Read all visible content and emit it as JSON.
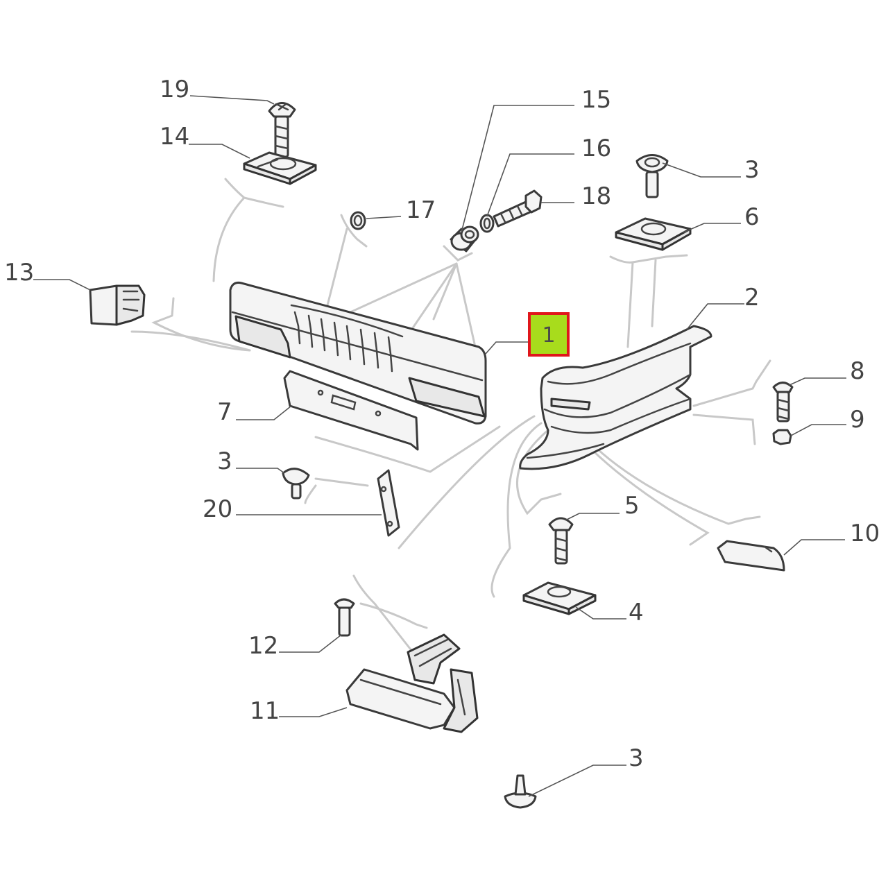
{
  "highlight": {
    "label": "1",
    "fill": "#a8dc1c",
    "border": "#e0161b"
  },
  "callouts": {
    "c19": "19",
    "c14": "14",
    "c15": "15",
    "c16": "16",
    "c18": "18",
    "c17": "17",
    "c3a": "3",
    "c6": "6",
    "c13": "13",
    "c2": "2",
    "c8": "8",
    "c9": "9",
    "c7": "7",
    "c3b": "3",
    "c20": "20",
    "c5": "5",
    "c10": "10",
    "c4": "4",
    "c12": "12",
    "c11": "11",
    "c3c": "3"
  }
}
